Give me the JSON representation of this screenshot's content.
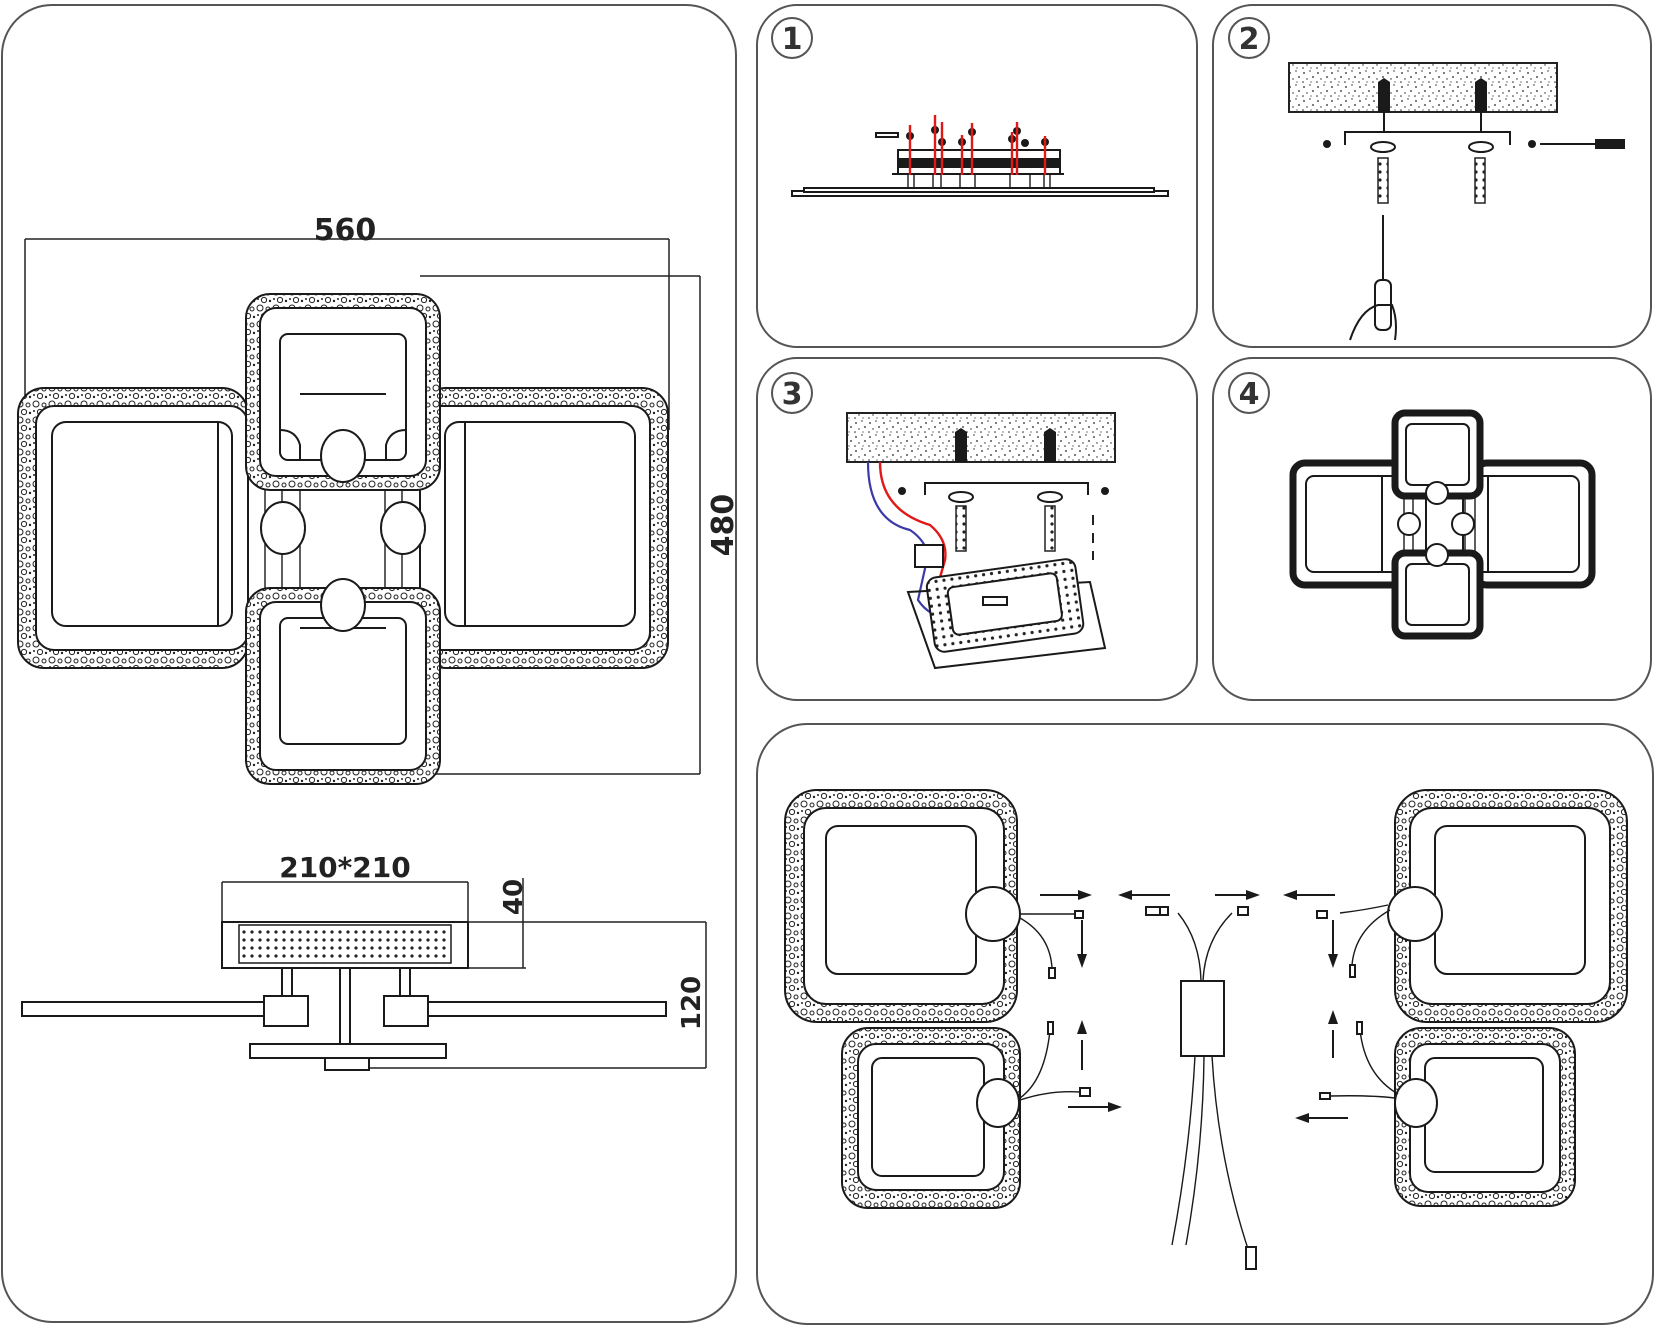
{
  "dimensions": {
    "overall_width": "560",
    "overall_height": "480",
    "base_size": "210*210",
    "base_height": "40",
    "total_height": "120"
  },
  "steps": [
    {
      "number": "1",
      "description": "Attach arms to fixture body with screws"
    },
    {
      "number": "2",
      "description": "Fix mounting bracket to ceiling with dowels and screws"
    },
    {
      "number": "3",
      "description": "Connect mains wires to terminal block and mount base"
    },
    {
      "number": "4",
      "description": "Assembled fixture"
    }
  ],
  "wiring_panel": {
    "description": "Connect each of four light modules to the central driver"
  },
  "colors": {
    "wire_live": "#e01818",
    "wire_neutral": "#3a3aa8",
    "line": "#1a1a1a",
    "panel_border": "#555555"
  }
}
